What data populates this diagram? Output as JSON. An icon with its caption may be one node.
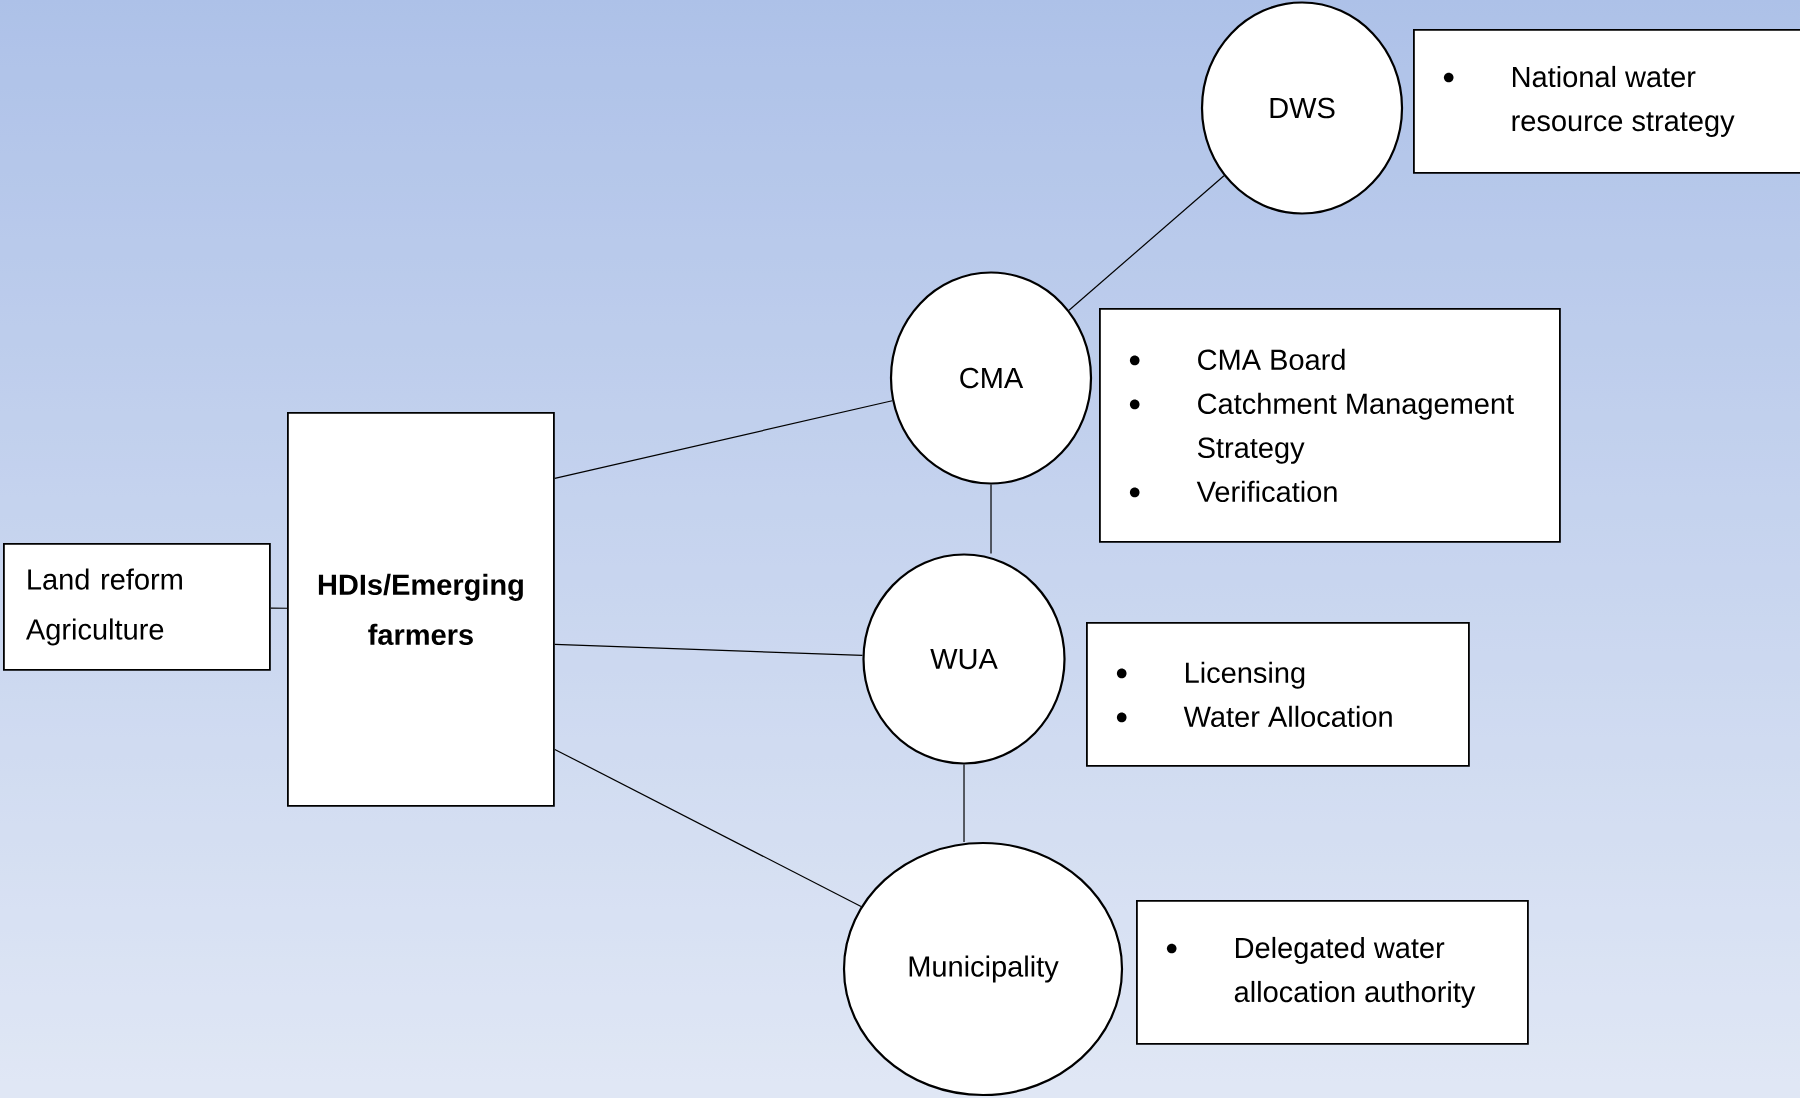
{
  "diagram": {
    "nodes": [
      {
        "text": [
          "HDIs/Emerging farmers"
        ]
      },
      {
        "text": [
          "Land reform Agriculture"
        ]
      },
      {
        "text": [
          "DWS"
        ]
      },
      {
        "text": [
          "National water resource strategy"
        ]
      },
      {
        "text": [
          "CMA"
        ]
      },
      {
        "text": [
          "CMA Board",
          "Catchment Management Strategy",
          "Verification"
        ]
      },
      {
        "text": [
          "WUA"
        ]
      },
      {
        "text": [
          "Licensing",
          "Water Allocation"
        ]
      },
      {
        "text": [
          "Municipality"
        ]
      },
      {
        "text": [
          "Delegated water allocation authority"
        ]
      }
    ],
    "edges": [
      {
        "from": 2,
        "to": 4,
        "arrow": "none"
      },
      {
        "from": 0,
        "to": 4,
        "arrow": "none"
      },
      {
        "from": 4,
        "to": 6,
        "arrow": "none"
      },
      {
        "from": 0,
        "to": 6,
        "arrow": "none"
      },
      {
        "from": 6,
        "to": 8,
        "arrow": "none"
      },
      {
        "from": 0,
        "to": 8,
        "arrow": "none"
      },
      {
        "from": 1,
        "to": 0,
        "arrow": "none"
      }
    ]
  }
}
